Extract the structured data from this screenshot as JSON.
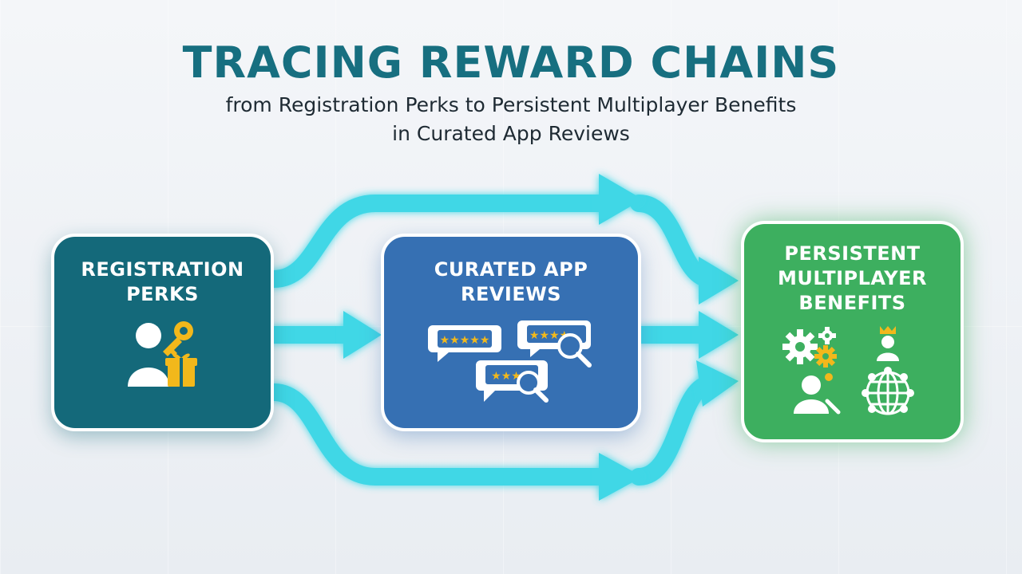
{
  "title": "TRACING REWARD CHAINS",
  "subtitle": "from Registration Perks to Persistent Multiplayer Benefits\nin Curated App Reviews",
  "nodes": {
    "registration": {
      "label": "REGISTRATION\nPERKS",
      "icons": [
        "user-icon",
        "key-icon",
        "gift-icon"
      ]
    },
    "reviews": {
      "label": "CURATED APP\nREVIEWS",
      "icons": [
        "review-bubble-icon",
        "star-rating-icon",
        "magnifier-icon"
      ]
    },
    "benefits": {
      "label": "PERSISTENT\nMULTIPLAYER\nBENEFITS",
      "icons": [
        "gears-icon",
        "crowned-user-icon",
        "user-search-icon",
        "globe-network-icon"
      ]
    }
  },
  "ratings": {
    "review1": "★★★★★",
    "review2": "★★★★",
    "review3": "★★★"
  },
  "colors": {
    "title": "#176f80",
    "registration": "#14697a",
    "reviews": "#3670b3",
    "benefits": "#3daf5f",
    "flow": "#3fd7e6",
    "accent_gold": "#f2b81b"
  }
}
